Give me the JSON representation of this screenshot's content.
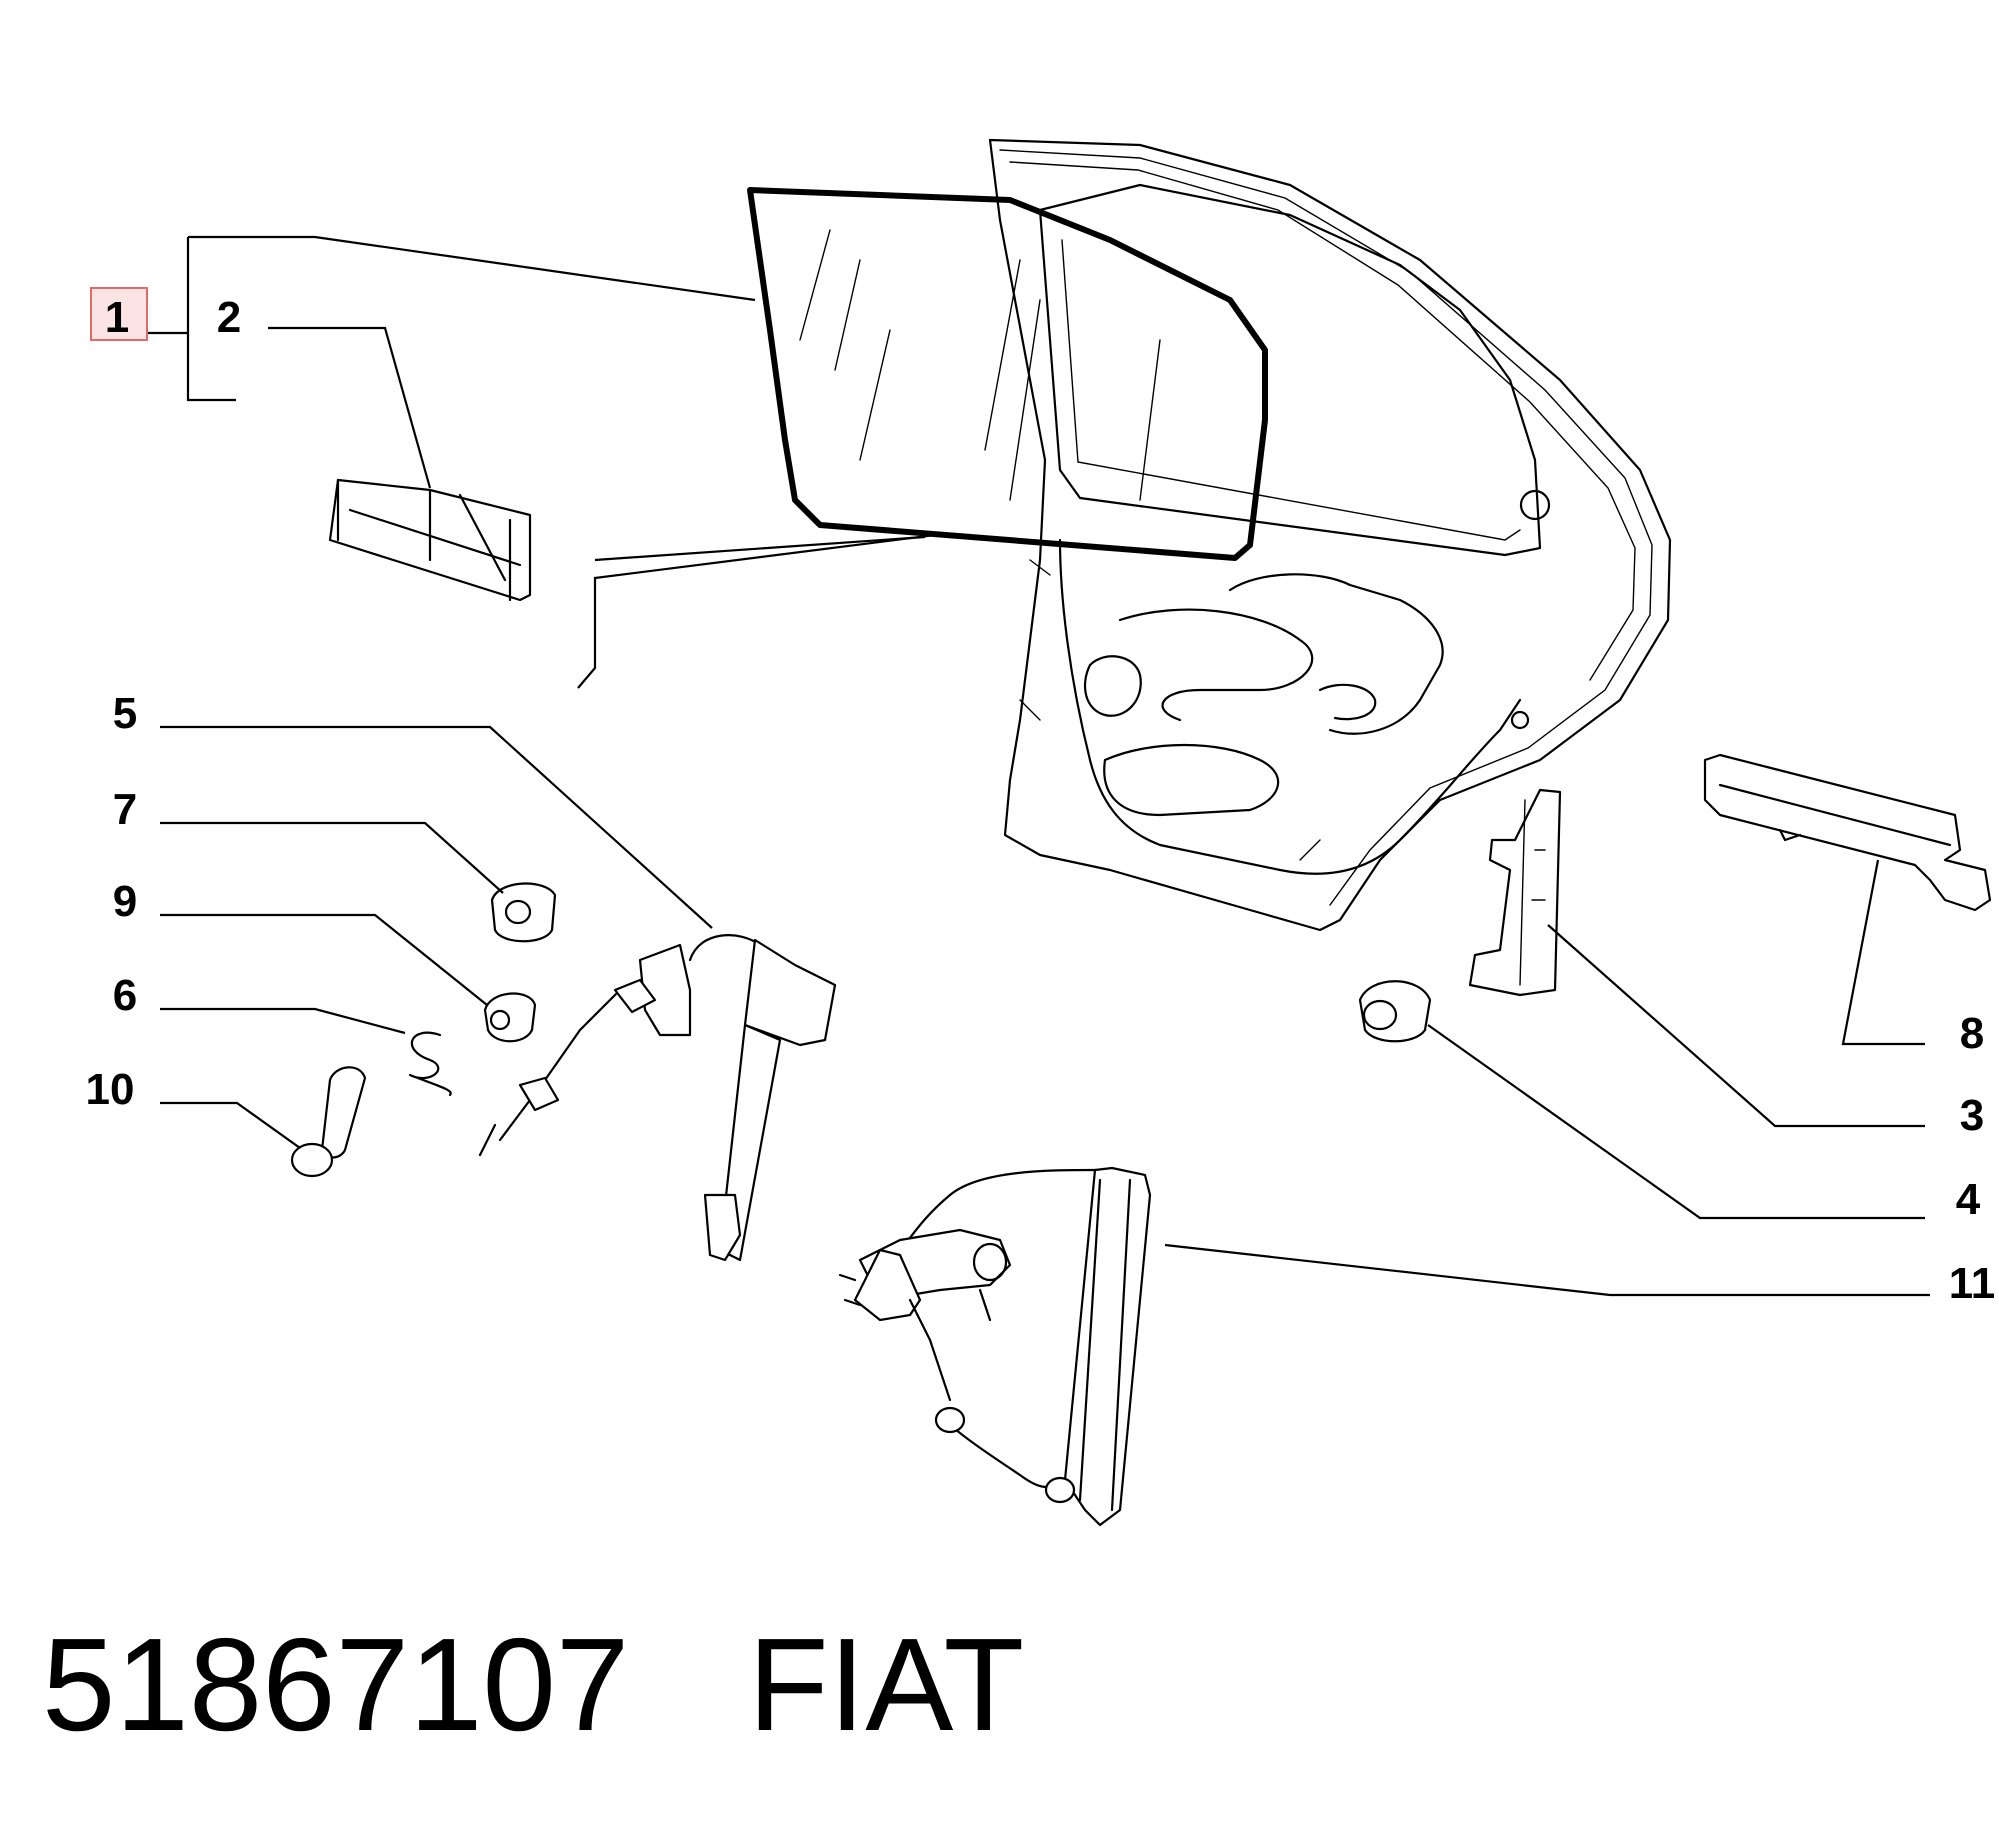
{
  "callouts": {
    "c1": "1",
    "c2": "2",
    "c3": "3",
    "c4": "4",
    "c5": "5",
    "c6": "6",
    "c7": "7",
    "c8": "8",
    "c9": "9",
    "c10": "10",
    "c11": "11"
  },
  "highlight": {
    "callout": "1",
    "border_color": "#e06a6a",
    "fill_color": "#fde4e4"
  },
  "caption": {
    "part_number": "51867107",
    "brand": "FIAT"
  }
}
